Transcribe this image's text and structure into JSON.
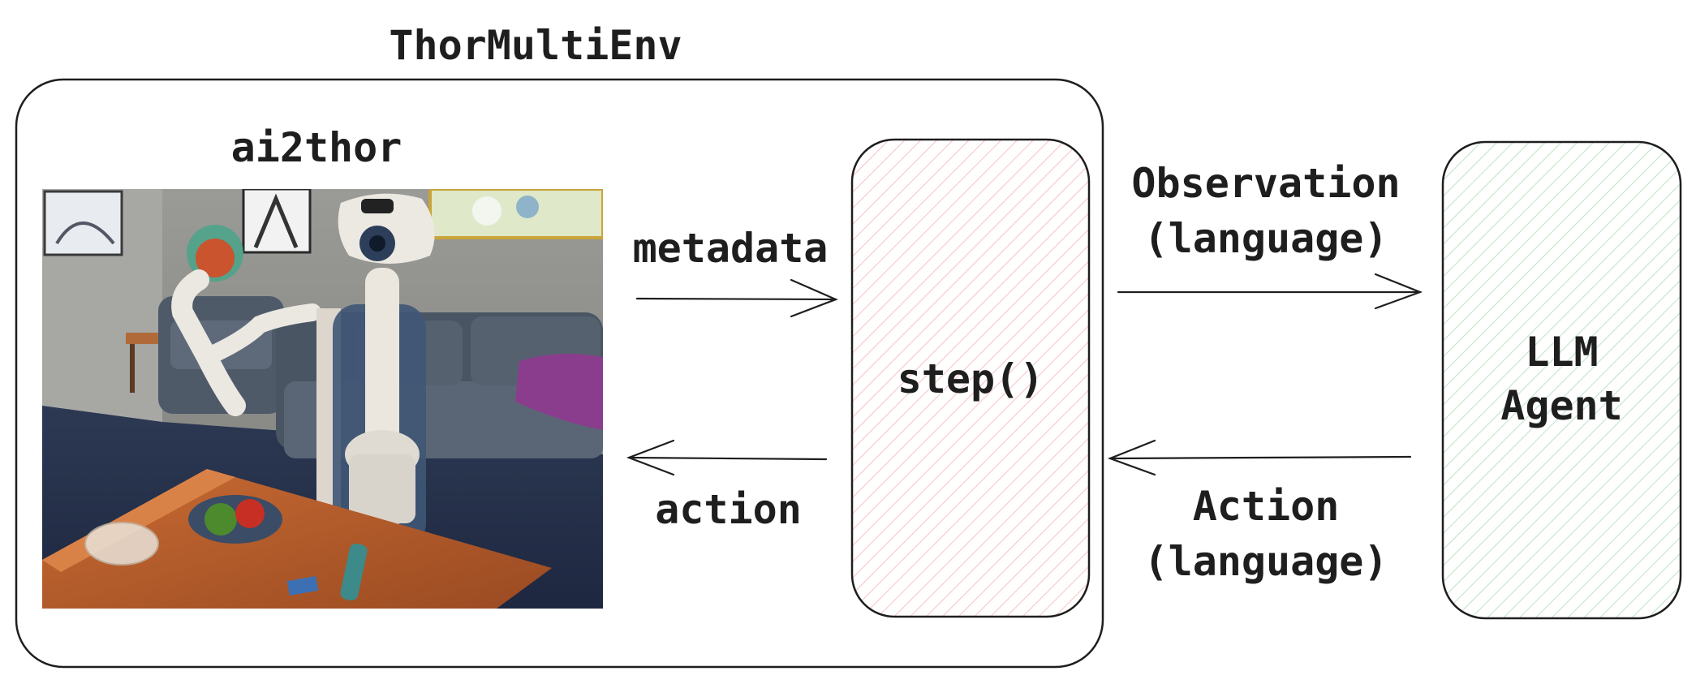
{
  "diagram": {
    "env_title": "ThorMultiEnv",
    "sim_title": "ai2thor",
    "metadata_label": "metadata",
    "action_label": "action",
    "step_label": "step()",
    "observation_line1": "Observation",
    "observation_line2": "(language)",
    "action_lang_line1": "Action",
    "action_lang_line2": "(language)",
    "agent_line1": "LLM",
    "agent_line2": "Agent"
  },
  "colors": {
    "stroke": "#1e1e1e",
    "step_hatch": "#f2b8b8",
    "agent_hatch": "#b8e0bf",
    "wall": "#8f8f8c",
    "sofa": "#4f5a69",
    "floor": "#26324a",
    "table": "#b0562a",
    "robot": "#e9e6df",
    "pillow": "#8a3d8c"
  },
  "icons": {
    "scene_image": "ai2thor-robot-living-room-scene"
  }
}
